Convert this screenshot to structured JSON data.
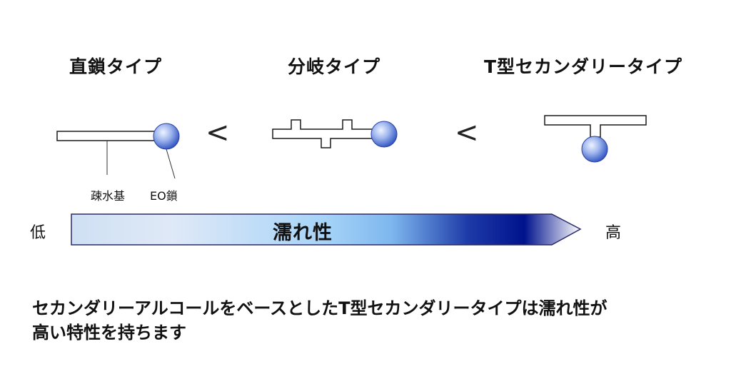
{
  "types": [
    {
      "title": "直鎖タイプ",
      "shape": "straight-chain"
    },
    {
      "title": "分岐タイプ",
      "shape": "branched"
    },
    {
      "title": "T型セカンダリータイプ",
      "shape": "t-secondary"
    }
  ],
  "comparators": [
    "<",
    "<"
  ],
  "labels": {
    "hydrophobic": "疎水基",
    "eo_chain": "EO鎖"
  },
  "scale": {
    "label": "濡れ性",
    "low": "低",
    "high": "高",
    "gradient_colors": [
      "#dce8f6",
      "#8ecbf5",
      "#00158f",
      "#ffffff"
    ]
  },
  "statement": {
    "line1": "セカンダリーアルコールをベースとしたT型セカンダリータイプは濡れ性が",
    "line2": "高い特性を持ちます"
  },
  "colors": {
    "ball_light": "#c8d8f8",
    "ball_dark": "#2a4fbf",
    "outline": "#1a1a1a"
  }
}
